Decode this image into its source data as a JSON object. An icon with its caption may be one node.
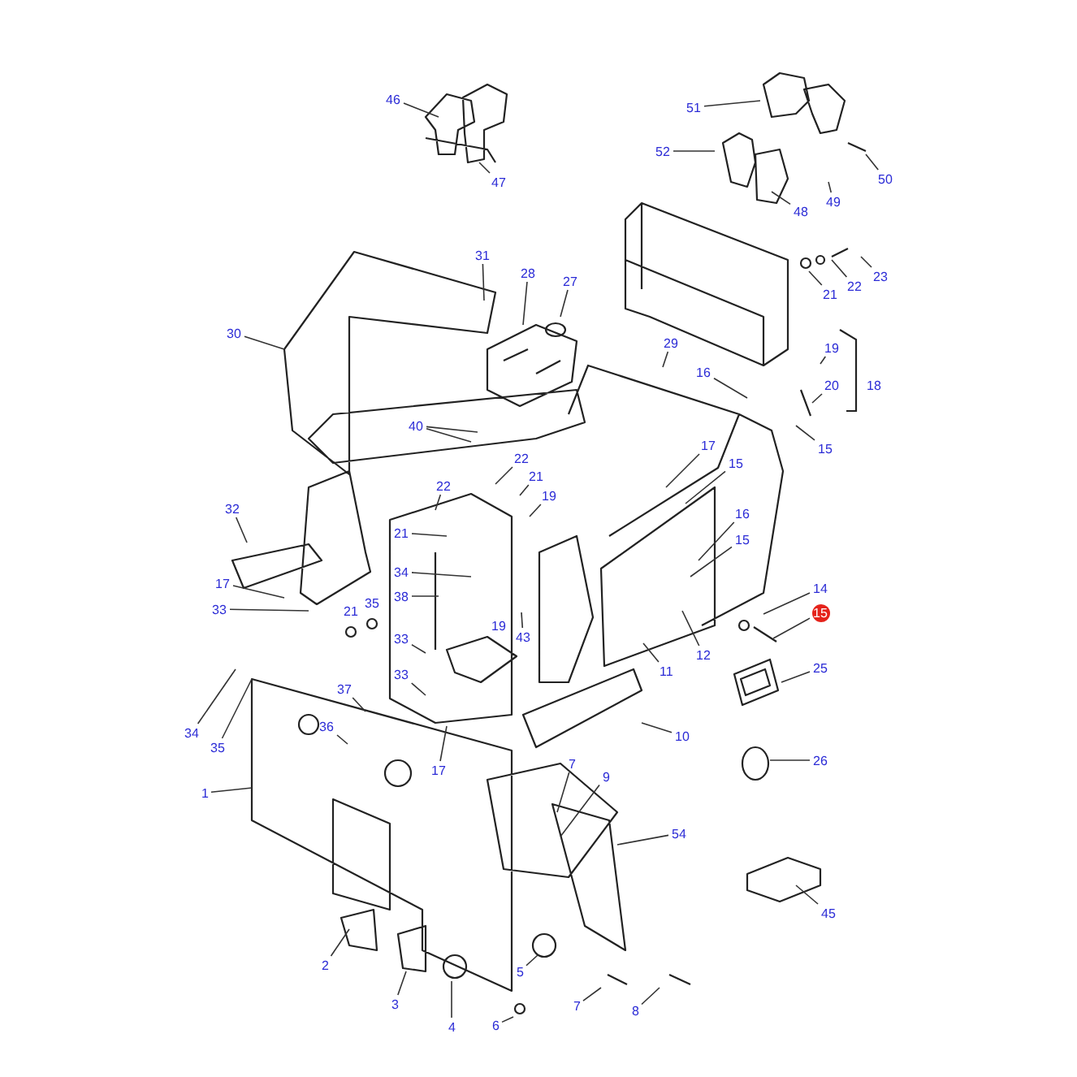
{
  "diagram": {
    "nodes": [
      {
        "text": [
          "46"
        ]
      },
      {
        "text": [
          "51"
        ]
      },
      {
        "text": [
          "52"
        ]
      },
      {
        "text": [
          "50"
        ]
      },
      {
        "text": [
          "47"
        ]
      },
      {
        "text": [
          "49"
        ]
      },
      {
        "text": [
          "48"
        ]
      },
      {
        "text": [
          "31"
        ]
      },
      {
        "text": [
          "28"
        ]
      },
      {
        "text": [
          "23"
        ]
      },
      {
        "text": [
          "27"
        ]
      },
      {
        "text": [
          "22"
        ]
      },
      {
        "text": [
          "21"
        ]
      },
      {
        "text": [
          "30"
        ]
      },
      {
        "text": [
          "29"
        ]
      },
      {
        "text": [
          "19"
        ]
      },
      {
        "text": [
          "16"
        ]
      },
      {
        "text": [
          "20"
        ]
      },
      {
        "text": [
          "40"
        ]
      },
      {
        "text": [
          "17"
        ]
      },
      {
        "text": [
          "15"
        ]
      },
      {
        "text": [
          "22"
        ]
      },
      {
        "text": [
          "15"
        ]
      },
      {
        "text": [
          "21"
        ]
      },
      {
        "text": [
          "22"
        ]
      },
      {
        "text": [
          "19"
        ]
      },
      {
        "text": [
          "32"
        ]
      },
      {
        "text": [
          "16"
        ]
      },
      {
        "text": [
          "21"
        ]
      },
      {
        "text": [
          "15"
        ]
      },
      {
        "text": [
          "34"
        ]
      },
      {
        "text": [
          "17"
        ]
      },
      {
        "text": [
          "14"
        ]
      },
      {
        "text": [
          "38"
        ]
      },
      {
        "text": [
          "33"
        ]
      },
      {
        "text": [
          "15"
        ]
      },
      {
        "text": [
          "43"
        ]
      },
      {
        "text": [
          "33"
        ]
      },
      {
        "text": [
          "12"
        ]
      },
      {
        "text": [
          "25"
        ]
      },
      {
        "text": [
          "11"
        ]
      },
      {
        "text": [
          "33"
        ]
      },
      {
        "text": [
          "37"
        ]
      },
      {
        "text": [
          "36"
        ]
      },
      {
        "text": [
          "34"
        ]
      },
      {
        "text": [
          "10"
        ]
      },
      {
        "text": [
          "35"
        ]
      },
      {
        "text": [
          "26"
        ]
      },
      {
        "text": [
          "7"
        ]
      },
      {
        "text": [
          "17"
        ]
      },
      {
        "text": [
          "9"
        ]
      },
      {
        "text": [
          "1"
        ]
      },
      {
        "text": [
          "54"
        ]
      },
      {
        "text": [
          "45"
        ]
      },
      {
        "text": [
          "2"
        ]
      },
      {
        "text": [
          "5"
        ]
      },
      {
        "text": [
          "3"
        ]
      },
      {
        "text": [
          "7"
        ]
      },
      {
        "text": [
          "8"
        ]
      },
      {
        "text": [
          "6"
        ]
      },
      {
        "text": [
          "4"
        ]
      }
    ],
    "edges": [
      {
        "from": 0,
        "to": null,
        "arrow": "none"
      },
      {
        "from": 1,
        "to": null,
        "arrow": "none"
      },
      {
        "from": 2,
        "to": null,
        "arrow": "none"
      },
      {
        "from": 3,
        "to": null,
        "arrow": "none"
      },
      {
        "from": 4,
        "to": null,
        "arrow": "none"
      },
      {
        "from": 5,
        "to": null,
        "arrow": "none"
      },
      {
        "from": 6,
        "to": null,
        "arrow": "none"
      },
      {
        "from": 7,
        "to": null,
        "arrow": "none"
      },
      {
        "from": 8,
        "to": null,
        "arrow": "none"
      },
      {
        "from": 9,
        "to": null,
        "arrow": "none"
      },
      {
        "from": 10,
        "to": null,
        "arrow": "none"
      },
      {
        "from": 11,
        "to": null,
        "arrow": "none"
      },
      {
        "from": 12,
        "to": null,
        "arrow": "none"
      },
      {
        "from": 13,
        "to": null,
        "arrow": "none"
      },
      {
        "from": 14,
        "to": null,
        "arrow": "none"
      },
      {
        "from": 15,
        "to": null,
        "arrow": "none"
      },
      {
        "from": 16,
        "to": null,
        "arrow": "none"
      },
      {
        "from": 17,
        "to": null,
        "arrow": "none"
      },
      {
        "from": 18,
        "to": null,
        "arrow": "none"
      },
      {
        "from": 18,
        "to": null,
        "arrow": "none"
      },
      {
        "from": 19,
        "to": null,
        "arrow": "none"
      },
      {
        "from": 20,
        "to": null,
        "arrow": "none"
      },
      {
        "from": 21,
        "to": null,
        "arrow": "none"
      },
      {
        "from": 22,
        "to": null,
        "arrow": "none"
      },
      {
        "from": 23,
        "to": null,
        "arrow": "none"
      },
      {
        "from": 24,
        "to": null,
        "arrow": "none"
      },
      {
        "from": 25,
        "to": null,
        "arrow": "none"
      },
      {
        "from": 26,
        "to": null,
        "arrow": "none"
      },
      {
        "from": 27,
        "to": null,
        "arrow": "none"
      },
      {
        "from": 28,
        "to": null,
        "arrow": "none"
      },
      {
        "from": 29,
        "to": null,
        "arrow": "none"
      },
      {
        "from": 30,
        "to": null,
        "arrow": "none"
      },
      {
        "from": 31,
        "to": null,
        "arrow": "none"
      },
      {
        "from": 32,
        "to": null,
        "arrow": "none"
      },
      {
        "from": 33,
        "to": null,
        "arrow": "none"
      },
      {
        "from": 34,
        "to": null,
        "arrow": "none"
      },
      {
        "from": 35,
        "to": null,
        "arrow": "none"
      },
      {
        "from": 36,
        "to": null,
        "arrow": "none"
      },
      {
        "from": 37,
        "to": null,
        "arrow": "none"
      },
      {
        "from": 38,
        "to": null,
        "arrow": "none"
      },
      {
        "from": 39,
        "to": null,
        "arrow": "none"
      },
      {
        "from": 40,
        "to": null,
        "arrow": "none"
      },
      {
        "from": 41,
        "to": null,
        "arrow": "none"
      },
      {
        "from": 42,
        "to": null,
        "arrow": "none"
      },
      {
        "from": 43,
        "to": null,
        "arrow": "none"
      },
      {
        "from": 44,
        "to": null,
        "arrow": "none"
      },
      {
        "from": 45,
        "to": null,
        "arrow": "none"
      },
      {
        "from": 46,
        "to": null,
        "arrow": "none"
      },
      {
        "from": 47,
        "to": null,
        "arrow": "none"
      },
      {
        "from": 48,
        "to": null,
        "arrow": "none"
      },
      {
        "from": 49,
        "to": null,
        "arrow": "none"
      },
      {
        "from": 50,
        "to": null,
        "arrow": "none"
      },
      {
        "from": 51,
        "to": null,
        "arrow": "none"
      },
      {
        "from": 52,
        "to": null,
        "arrow": "none"
      },
      {
        "from": 53,
        "to": null,
        "arrow": "none"
      },
      {
        "from": 54,
        "to": null,
        "arrow": "none"
      },
      {
        "from": 55,
        "to": null,
        "arrow": "none"
      },
      {
        "from": 56,
        "to": null,
        "arrow": "none"
      },
      {
        "from": 57,
        "to": null,
        "arrow": "none"
      },
      {
        "from": 58,
        "to": null,
        "arrow": "none"
      },
      {
        "from": 59,
        "to": null,
        "arrow": "none"
      },
      {
        "from": 60,
        "to": null,
        "arrow": "none"
      }
    ],
    "labels": [
      "18",
      "21",
      "35",
      "19"
    ]
  }
}
